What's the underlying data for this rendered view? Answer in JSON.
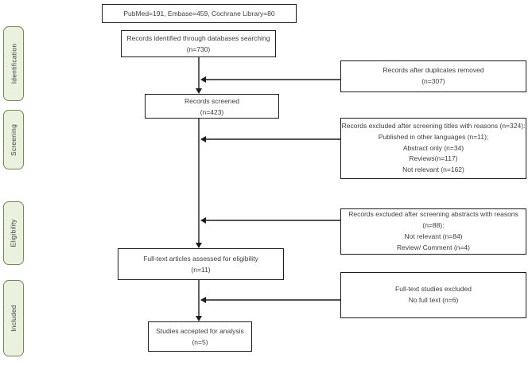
{
  "palette": {
    "stage_fill": "#eaf2df",
    "stage_border": "#75875d",
    "box_border": "#1c1c1c",
    "text": "#3d3d3d"
  },
  "stages": [
    {
      "label": "Identification"
    },
    {
      "label": "Screening"
    },
    {
      "label": "Eligibility"
    },
    {
      "label": "Included"
    }
  ],
  "flow": {
    "sources": {
      "line1": "PubMed=191, Embase=459, Cochrane Library=80"
    },
    "identified": {
      "line1": "Records identified through databases searching",
      "line2": "(n=730)"
    },
    "screened": {
      "line1": "Records screened",
      "line2": "(n=423)"
    },
    "fulltext": {
      "line1": "Full-text articles assessed for eligibility",
      "line2": "(n=11)"
    },
    "accepted": {
      "line1": "Studies accepted for analysis",
      "line2": "(n=5)"
    }
  },
  "exclusions": {
    "duplicates": {
      "lines": [
        "Records after duplicates removed",
        "(n=307)"
      ]
    },
    "titles": {
      "lines": [
        "Records excluded after screening titles with reasons (n=324):",
        "Published in other languages (n=11);",
        "Abstract only (n=34)",
        "Reviews(n=117)",
        "Not relevant (n=162)"
      ]
    },
    "abstracts": {
      "lines": [
        "Records excluded after screening abstracts with reasons (n=88):",
        "Not relevant (n=84)",
        "Review/ Comment (n=4)"
      ]
    },
    "fulltext_excluded": {
      "lines": [
        "Full-text studies excluded",
        "No full text  (n=6)"
      ]
    }
  }
}
